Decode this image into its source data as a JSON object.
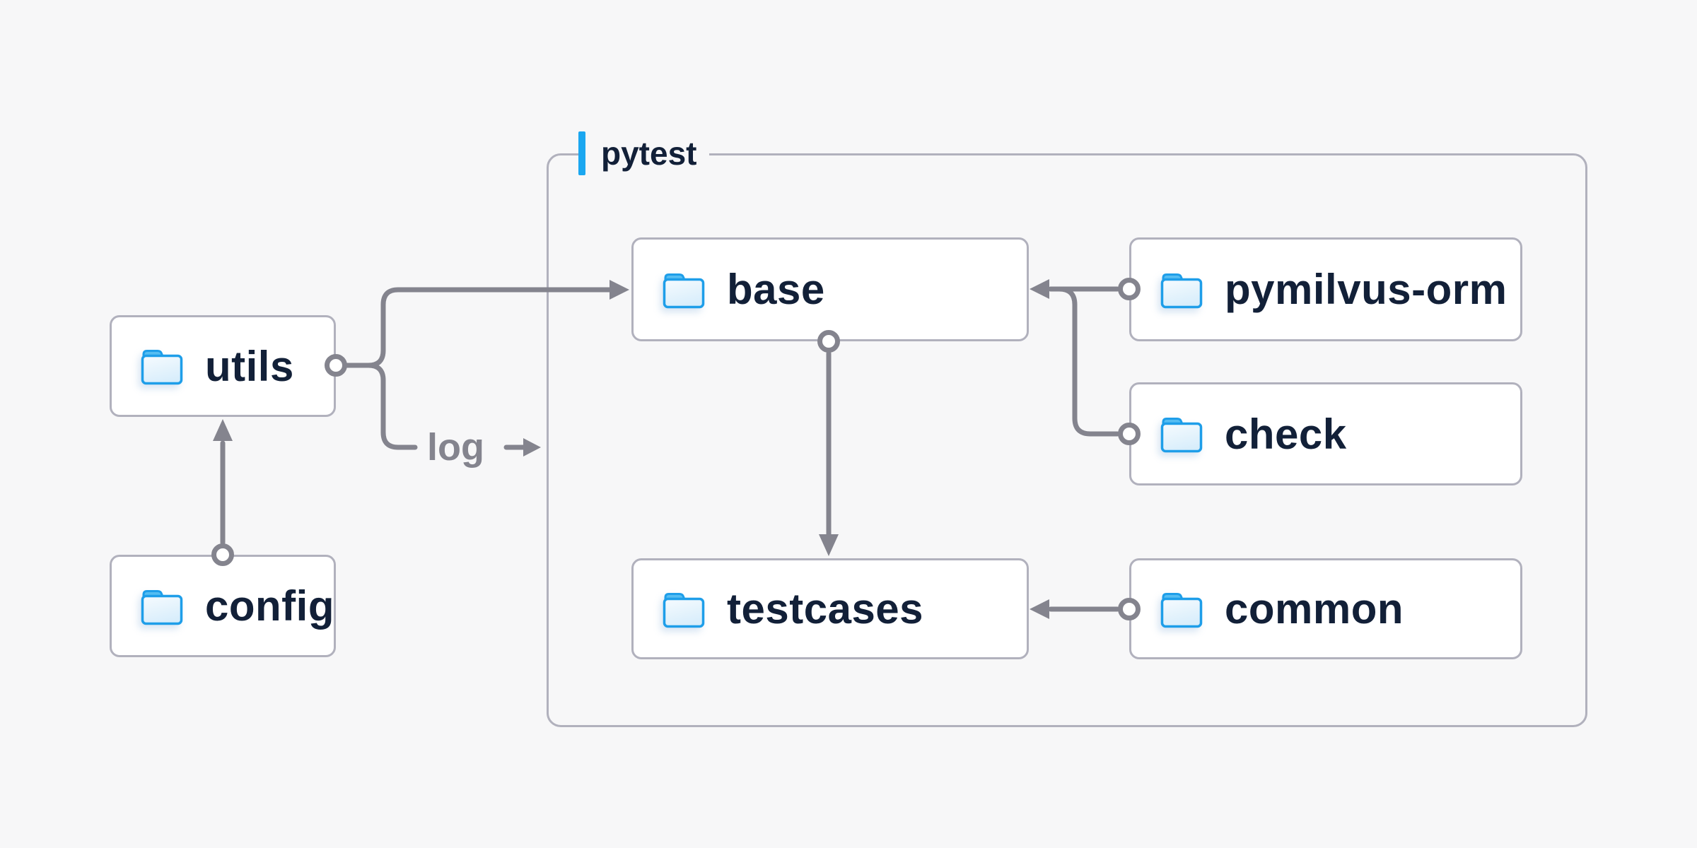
{
  "colors": {
    "background": "#F7F7F8",
    "node_bg": "#FFFFFF",
    "node_border": "#B1B1BD",
    "container_border": "#B1B1BD",
    "connector": "#84848E",
    "node_text": "#122038",
    "edge_text": "#84848E",
    "accent_blue": "#1BA7F0",
    "folder_stroke": "#1E9EE9",
    "folder_tab": "#55BDF2",
    "folder_light": "#F4FAFE",
    "folder_dark": "#D7EDFB"
  },
  "group": {
    "label": "pytest"
  },
  "nodes": {
    "utils": {
      "label": "utils",
      "icon": "folder-icon"
    },
    "config": {
      "label": "config",
      "icon": "folder-icon"
    },
    "base": {
      "label": "base",
      "icon": "folder-icon"
    },
    "pymilvus_orm": {
      "label": "pymilvus-orm",
      "icon": "folder-icon"
    },
    "check": {
      "label": "check",
      "icon": "folder-icon"
    },
    "testcases": {
      "label": "testcases",
      "icon": "folder-icon"
    },
    "common": {
      "label": "common",
      "icon": "folder-icon"
    }
  },
  "edges": {
    "log": {
      "label": "log"
    }
  }
}
